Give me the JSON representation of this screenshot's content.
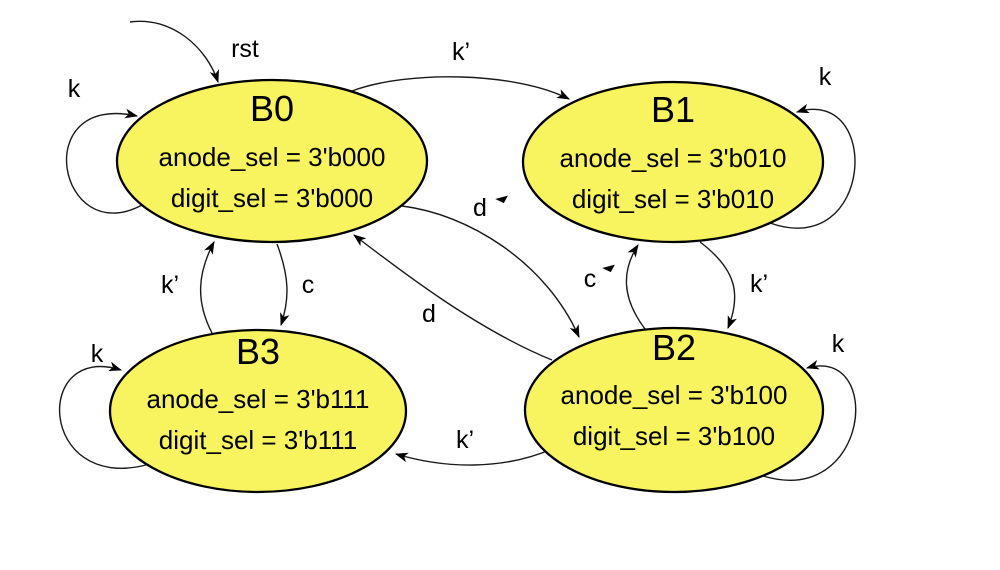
{
  "diagram": {
    "type": "fsm-state-diagram",
    "background": "#ffffff"
  },
  "colors": {
    "state_fill": "#F7F45F",
    "state_stroke": "#000000",
    "edge_stroke": "#1A1A1A",
    "label_color": "#000000"
  },
  "states": {
    "b0": {
      "name": "B0",
      "outputs": [
        "anode_sel = 3'b000",
        "digit_sel = 3'b000"
      ]
    },
    "b1": {
      "name": "B1",
      "outputs": [
        "anode_sel = 3'b010",
        "digit_sel = 3'b010"
      ]
    },
    "b2": {
      "name": "B2",
      "outputs": [
        "anode_sel = 3'b100",
        "digit_sel = 3'b100"
      ]
    },
    "b3": {
      "name": "B3",
      "outputs": [
        "anode_sel = 3'b111",
        "digit_sel = 3'b111"
      ]
    }
  },
  "transitions": {
    "reset": {
      "label": "rst",
      "from": "start",
      "to": "B0"
    },
    "b0_self": {
      "label": "k",
      "from": "B0",
      "to": "B0"
    },
    "b0_to_b1": {
      "label": "k’",
      "from": "B0",
      "to": "B1"
    },
    "b1_self": {
      "label": "k",
      "from": "B1",
      "to": "B1"
    },
    "b1_to_b2": {
      "label": "k’",
      "from": "B1",
      "to": "B2"
    },
    "b2_to_b1": {
      "label": "c",
      "from": "B2",
      "to": "B1"
    },
    "b2_self": {
      "label": "k",
      "from": "B2",
      "to": "B2"
    },
    "b0_to_b2": {
      "label": "d",
      "from": "B0",
      "to": "B2"
    },
    "b2_to_b0": {
      "label": "d",
      "from": "B2",
      "to": "B0"
    },
    "b0_to_b3": {
      "label": "c",
      "from": "B0",
      "to": "B3"
    },
    "b3_to_b0": {
      "label": "k’",
      "from": "B3",
      "to": "B0"
    },
    "b2_to_b3": {
      "label": "k’",
      "from": "B2",
      "to": "B3"
    },
    "b3_self": {
      "label": "k",
      "from": "B3",
      "to": "B3"
    }
  }
}
